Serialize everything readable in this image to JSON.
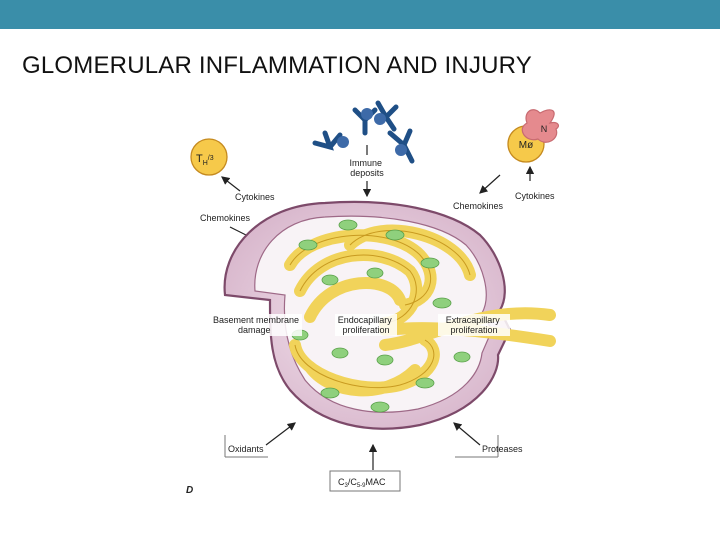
{
  "slide": {
    "title": "GLOMERULAR INFLAMMATION AND INJURY"
  },
  "colors": {
    "top_bar": "#3a8ea9",
    "antibody": "#1f4f86",
    "capsule": "#a86a8c",
    "capillary": "#f1d35a",
    "cell": "#f6c94a",
    "neutrophil": "#e58a8e",
    "podocyte": "#8fd07d"
  },
  "diagram": {
    "panel_letter": "D",
    "th_cell": {
      "main": "T",
      "sub": "H",
      "suffix": "/3"
    },
    "macrophage_label": "Mø",
    "neutrophil_label": "N",
    "immune_deposits": [
      "Immune",
      "deposits"
    ],
    "left_cytokines": "Cytokines",
    "left_chemokines": "Chemokines",
    "right_chemokines": "Chemokines",
    "right_cytokines": "Cytokines",
    "basement_membrane": [
      "Basement membrane",
      "damage"
    ],
    "endocapillary": [
      "Endocapillary",
      "proliferation"
    ],
    "extracapillary": [
      "Extracapillary",
      "proliferation"
    ],
    "oxidants": "Oxidants",
    "proteases": "Proteases",
    "complement": {
      "base": "C",
      "sub1": "3",
      "mid": "/C",
      "sub2": "5-9",
      "end": "MAC"
    }
  }
}
